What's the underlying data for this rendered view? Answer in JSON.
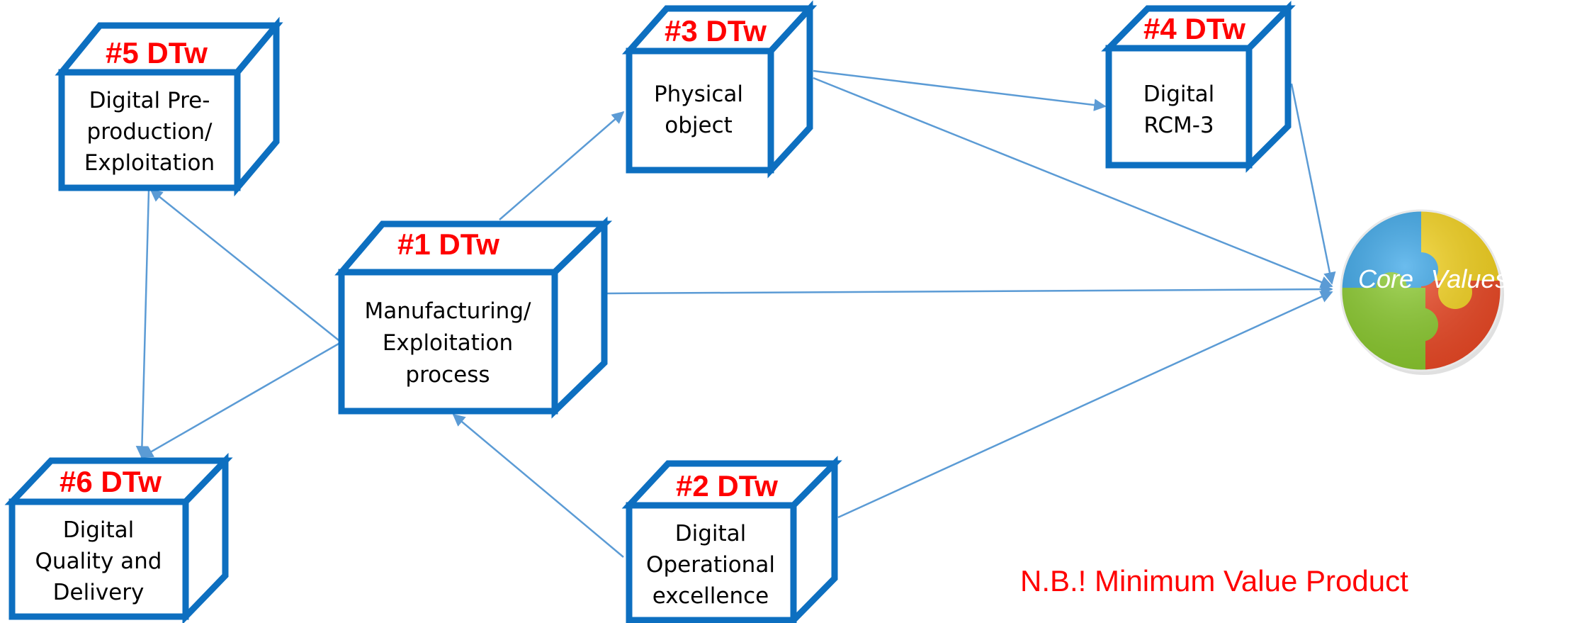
{
  "boxes": [
    {
      "id": "dtw1",
      "label": "#1 DTw",
      "lines": [
        "Manufacturing/",
        "Exploitation",
        "process"
      ]
    },
    {
      "id": "dtw2",
      "label": "#2 DTw",
      "lines": [
        "Digital",
        "Operational",
        "excellence"
      ]
    },
    {
      "id": "dtw3",
      "label": "#3 DTw",
      "lines": [
        "Physical",
        "object"
      ]
    },
    {
      "id": "dtw4",
      "label": "#4 DTw",
      "lines": [
        "Digital",
        "RCM-3"
      ]
    },
    {
      "id": "dtw5",
      "label": "#5 DTw",
      "lines": [
        "Digital Pre-",
        "production/",
        "Exploitation"
      ]
    },
    {
      "id": "dtw6",
      "label": "#6 DTw",
      "lines": [
        "Digital",
        "Quality and",
        "Delivery"
      ]
    }
  ],
  "core_values": {
    "word1": "Core",
    "word2": "Values"
  },
  "note": "N.B.! Minimum Value Product",
  "colors": {
    "box_stroke": "#0d6fc0",
    "arrow": "#5b9bd5",
    "label": "#ff0000",
    "puzzle_blue": "#3aa6e8",
    "puzzle_yellow": "#f7d51f",
    "puzzle_red": "#ef4a26",
    "puzzle_green": "#8ccc2e"
  }
}
